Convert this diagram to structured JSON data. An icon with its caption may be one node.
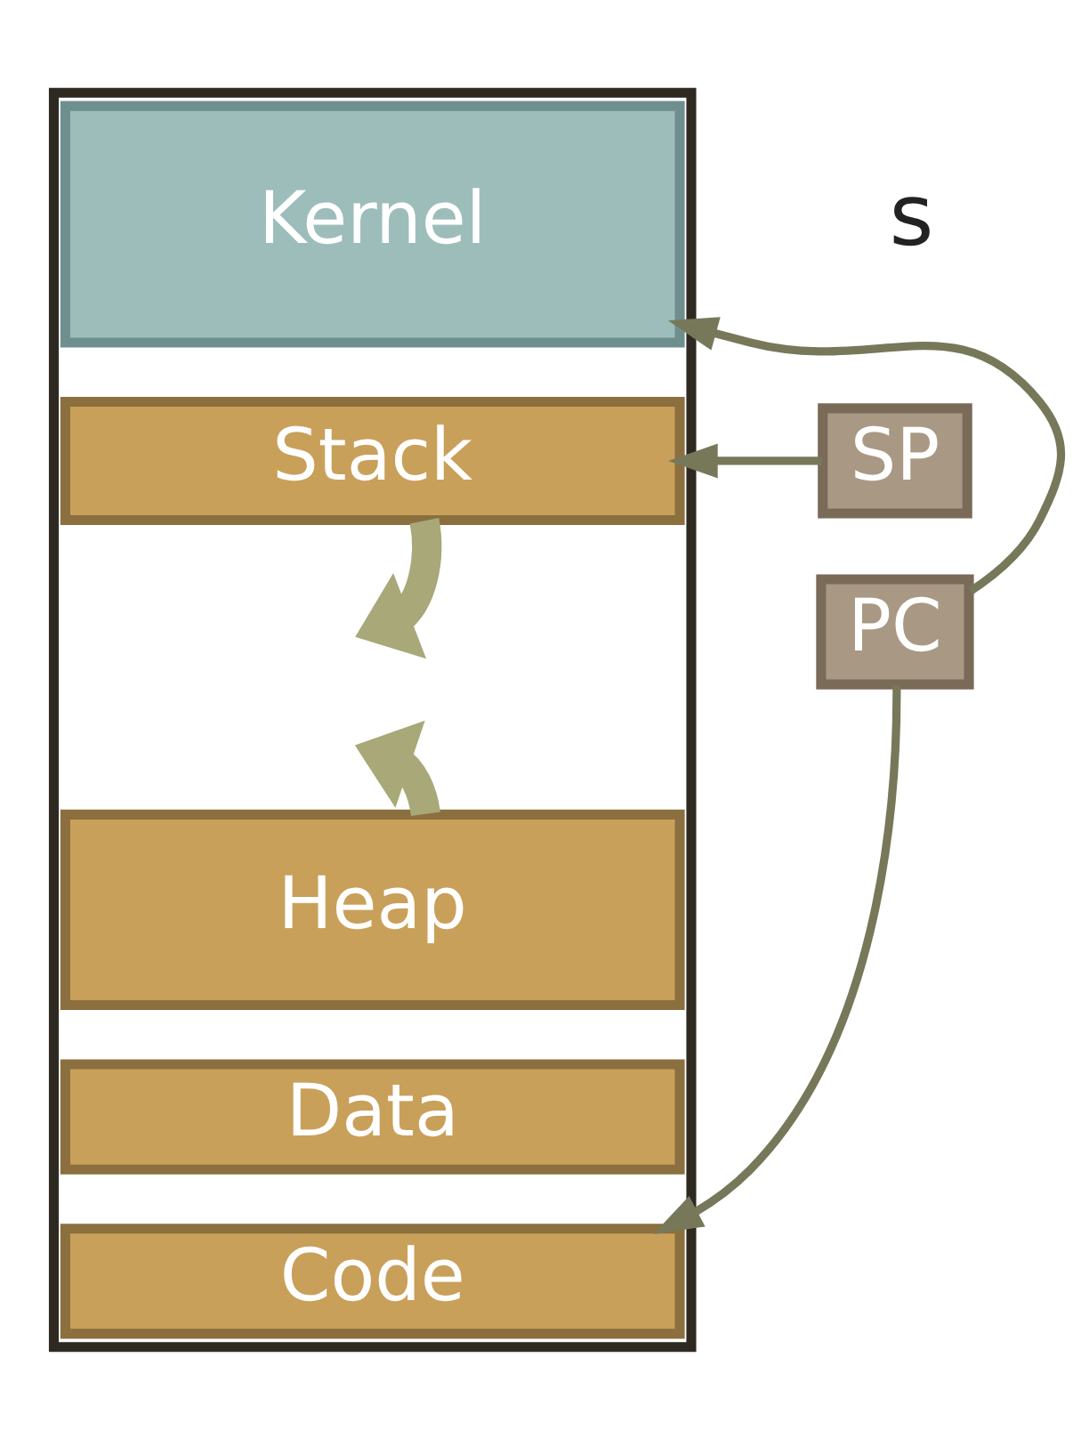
{
  "diagram": {
    "nodes": [
      {
        "text": [],
        "shape": "box"
      },
      {
        "text": [
          "Kernel"
        ],
        "in": 0
      },
      {
        "text": [
          "Stack"
        ],
        "in": 0
      },
      {
        "text": [
          "Heap"
        ],
        "in": 0
      },
      {
        "text": [
          "Data"
        ],
        "in": 0
      },
      {
        "text": [
          "Code"
        ],
        "in": 0
      },
      {
        "text": [
          "SP"
        ]
      },
      {
        "text": [
          "PC"
        ]
      }
    ],
    "edges": [
      {
        "from": 6,
        "to": 2,
        "arrow": "to"
      },
      {
        "from": 7,
        "to": 1,
        "arrow": "to"
      },
      {
        "from": 7,
        "to": 5,
        "arrow": "to"
      },
      {
        "from": 2,
        "to": null,
        "arrow": "to",
        "style": "thick"
      },
      {
        "from": 3,
        "to": null,
        "arrow": "to",
        "style": "thick"
      }
    ],
    "labels": [
      "s"
    ]
  }
}
